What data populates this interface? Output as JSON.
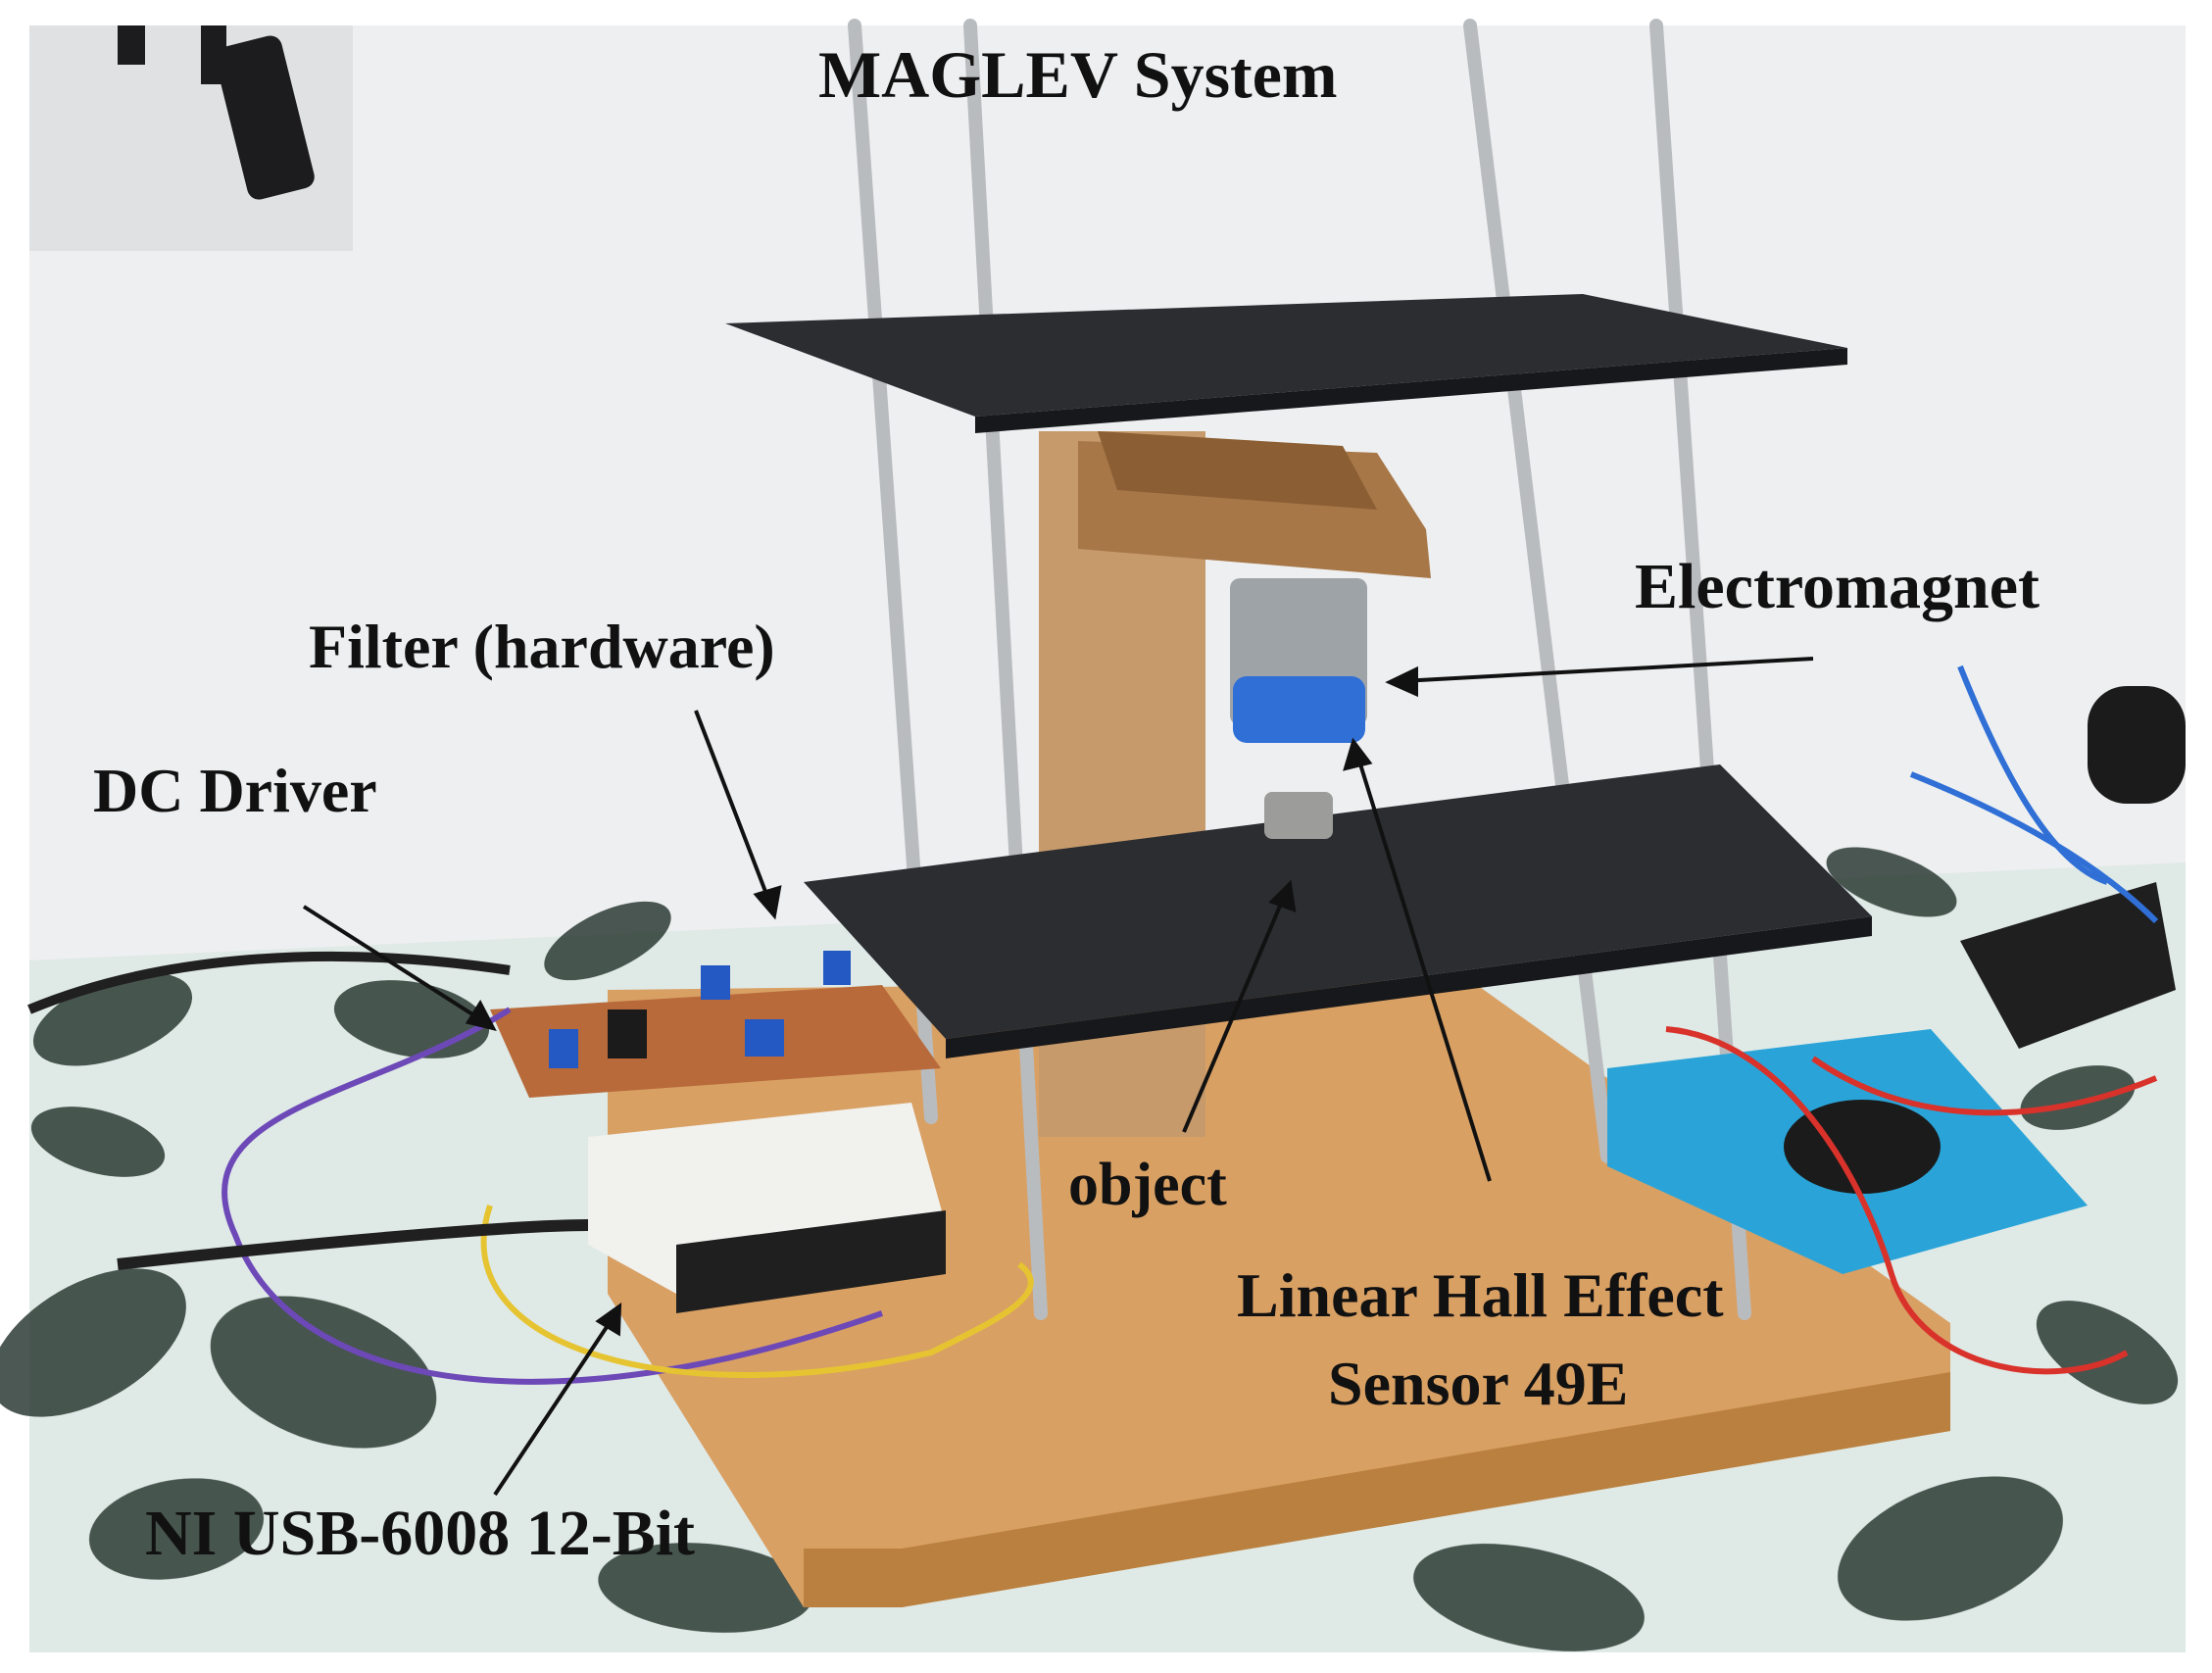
{
  "figure": {
    "labels": {
      "title": "MAGLEV System",
      "electromagnet": "Electromagnet",
      "filter": "Filter (hardware)",
      "dc_driver": "DC Driver",
      "object": "object",
      "hall_line1": "Linear Hall Effect",
      "hall_line2": "Sensor 49E",
      "daq": "NI USB-6008 12-Bit"
    },
    "colors": {
      "background_wall": "#eeeff0",
      "table": "#dfe9e6",
      "leaf_pattern": "#2c3a34",
      "base_board": "#d9a064",
      "plates": "#2b2d31",
      "rods": "#b9bcbf",
      "wood_block": "#c69a6b",
      "magnet_cap": "#2f6fd6",
      "daq_body": "#f1f1ee",
      "pcb": "#b86a3a",
      "multimeter": "#2aa4d8",
      "wire_red": "#d8322b",
      "wire_purple": "#6d49b8",
      "wire_yellow": "#e6c431"
    }
  }
}
